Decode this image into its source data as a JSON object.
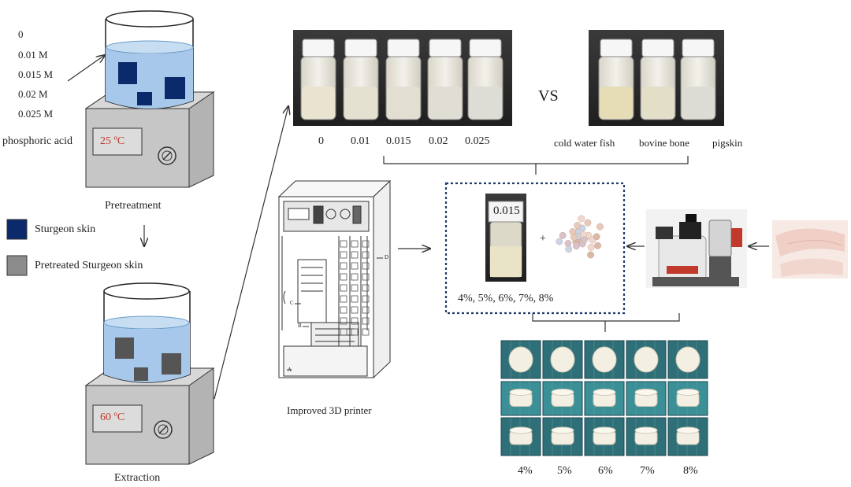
{
  "pretreatment": {
    "concentrations": [
      "0",
      "0.01 M",
      "0.015 M",
      "0.02 M",
      "0.025 M"
    ],
    "acid_label": "phosphoric acid",
    "temperature": "25 ºC",
    "caption": "Pretreatment"
  },
  "legend": {
    "items": [
      {
        "label": "Sturgeon skin",
        "color": "#0b2a6b"
      },
      {
        "label": "Pretreated Sturgeon skin",
        "color": "#8c8c8c"
      }
    ]
  },
  "extraction": {
    "temperature": "60 ºC",
    "caption": "Extraction"
  },
  "vials_concentration": {
    "labels": [
      "0",
      "0.01",
      "0.015",
      "0.02",
      "0.025"
    ]
  },
  "vs_label": "VS",
  "vials_source": {
    "labels": [
      "cold water fish",
      "bovine bone",
      "pigskin"
    ]
  },
  "printer": {
    "caption": "Improved 3D printer",
    "parts": [
      "A",
      "B",
      "C",
      "D"
    ]
  },
  "formulation": {
    "vial_label": "0.015",
    "plus": "+",
    "percentages": "4%, 5%, 6%, 7%, 8%"
  },
  "results": {
    "labels": [
      "4%",
      "5%",
      "6%",
      "7%",
      "8%"
    ]
  },
  "colors": {
    "water": "#a9cbe8",
    "sturgeon": "#0b2a6b",
    "pretreated": "#555555",
    "device": "#c9c9c9",
    "grid_bg": "#2f6f78"
  }
}
